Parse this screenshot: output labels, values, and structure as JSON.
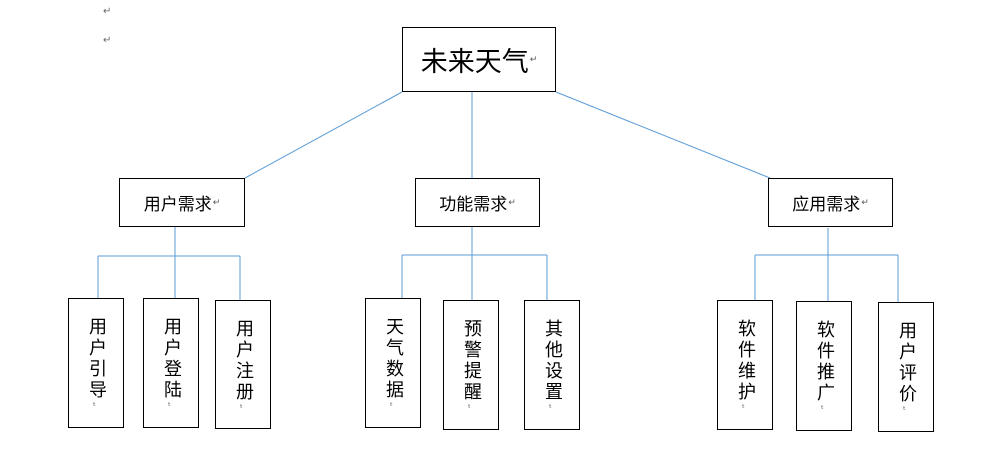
{
  "marks": {
    "paragraph": "↵",
    "vertical": "ᵗ"
  },
  "root": {
    "label": "未来天气"
  },
  "groups": [
    {
      "label": "用户需求",
      "children": [
        {
          "label": "用户引导"
        },
        {
          "label": "用户登陆"
        },
        {
          "label": "用户注册"
        }
      ]
    },
    {
      "label": "功能需求",
      "children": [
        {
          "label": "天气数据"
        },
        {
          "label": "预警提醒"
        },
        {
          "label": "其他设置"
        }
      ]
    },
    {
      "label": "应用需求",
      "children": [
        {
          "label": "软件维护"
        },
        {
          "label": "软件推广"
        },
        {
          "label": "用户评价"
        }
      ]
    }
  ],
  "line_color": "#5b9bd5"
}
